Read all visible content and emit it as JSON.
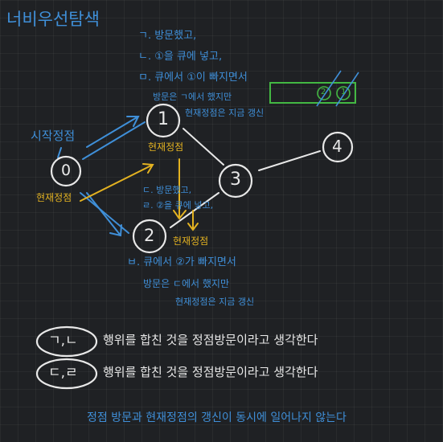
{
  "title": "너비우선탐색",
  "start_label": "시작정점",
  "nodes": [
    {
      "id": "n0",
      "label": "0"
    },
    {
      "id": "n1",
      "label": "1"
    },
    {
      "id": "n2",
      "label": "2"
    },
    {
      "id": "n3",
      "label": "3"
    },
    {
      "id": "n4",
      "label": "4"
    }
  ],
  "current_labels": {
    "near_0": "현재정점",
    "near_1": "현재정점",
    "near_2": "현재정점"
  },
  "notes_top": [
    "ㄱ. 방문했고,",
    "ㄴ. ①을 큐에 넣고,",
    "ㅁ. 큐에서 ①이 빠지면서",
    "방문은 ㄱ에서 했지만",
    "현재정점은 지금 갱신"
  ],
  "queue_items": [
    "2",
    "1"
  ],
  "notes_mid": [
    "ㄷ. 방문했고,",
    "ㄹ. ②을 큐에 넣고,"
  ],
  "notes_bottom": [
    "ㅂ. 큐에서 ②가 빠지면서",
    "방문은 ㄷ에서 했지만",
    "현재정점은 지금 갱신"
  ],
  "summary": [
    {
      "tag": "ㄱ,ㄴ",
      "text": "행위를 합친 것을 정점방문이라고 생각한다"
    },
    {
      "tag": "ㄷ,ㄹ",
      "text": "행위를 합친 것을 정점방문이라고 생각한다"
    }
  ],
  "conclusion": "정점 방문과 현재정점의 갱신이 동시에 일어나지 않는다",
  "colors": {
    "blue": "#3f8fd8",
    "yellow": "#e3b221",
    "white": "#e8e8e8",
    "green": "#43b843"
  }
}
